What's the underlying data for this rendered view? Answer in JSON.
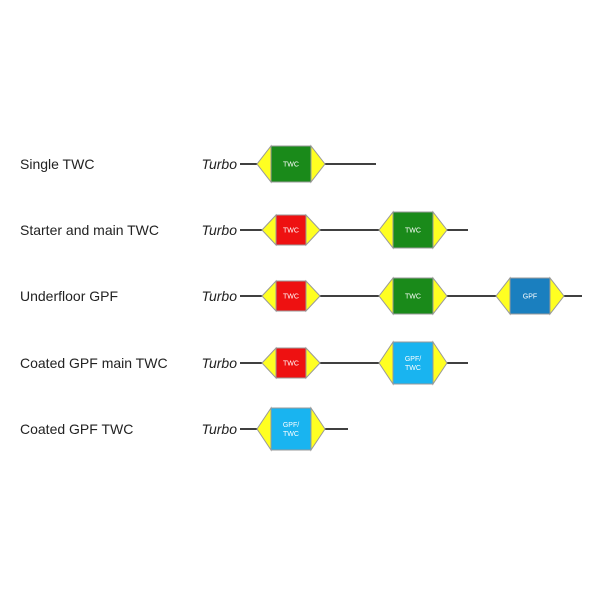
{
  "diagram": {
    "turbo_label": "Turbo",
    "colors": {
      "red": "#ee1111",
      "green": "#1a8a1a",
      "blue_dark": "#1a7fbf",
      "blue_light": "#19b4f0",
      "cone": "#ffff22",
      "outline": "#999999",
      "line": "#000000"
    },
    "rows": [
      {
        "label": "Single TWC",
        "units": [
          {
            "text": [
              "TWC"
            ],
            "color": "green"
          }
        ]
      },
      {
        "label": "Starter and main TWC",
        "units": [
          {
            "text": [
              "TWC"
            ],
            "color": "red"
          },
          {
            "text": [
              "TWC"
            ],
            "color": "green"
          }
        ]
      },
      {
        "label": "Underfloor GPF",
        "units": [
          {
            "text": [
              "TWC"
            ],
            "color": "red"
          },
          {
            "text": [
              "TWC"
            ],
            "color": "green"
          },
          {
            "text": [
              "GPF"
            ],
            "color": "blue_dark"
          }
        ]
      },
      {
        "label": "Coated GPF main TWC",
        "units": [
          {
            "text": [
              "TWC"
            ],
            "color": "red"
          },
          {
            "text": [
              "GPF/",
              "TWC"
            ],
            "color": "blue_light"
          }
        ]
      },
      {
        "label": "Coated GPF TWC",
        "units": [
          {
            "text": [
              "GPF/",
              "TWC"
            ],
            "color": "blue_light"
          }
        ]
      }
    ]
  }
}
